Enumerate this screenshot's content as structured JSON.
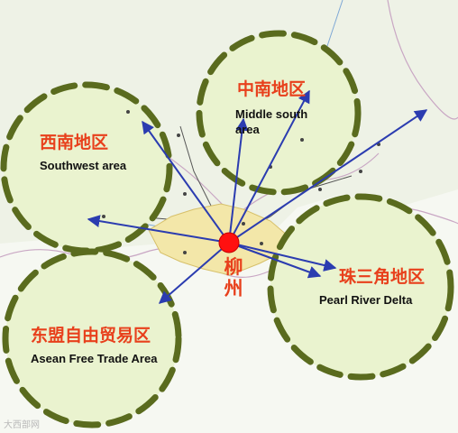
{
  "hub": {
    "name": "柳州"
  },
  "zones": [
    {
      "id": "southwest",
      "name_cn": "西南地区",
      "name_en": "Southwest area"
    },
    {
      "id": "middle-south",
      "name_cn": "中南地区",
      "name_en": "Middle south area"
    },
    {
      "id": "pearl-river",
      "name_cn": "珠三角地区",
      "name_en": "Pearl River Delta"
    },
    {
      "id": "asean",
      "name_cn": "东盟自由贸易区",
      "name_en": "Asean Free Trade Area"
    }
  ],
  "watermark": "大西部网",
  "colors": {
    "zone_fill": "#eaf3cf",
    "zone_border": "#5a6b1e",
    "arrow": "#2b3cb0",
    "hub": "#ff1010",
    "region_highlight": "#f3e7a9",
    "zone_title": "#e8401c"
  }
}
